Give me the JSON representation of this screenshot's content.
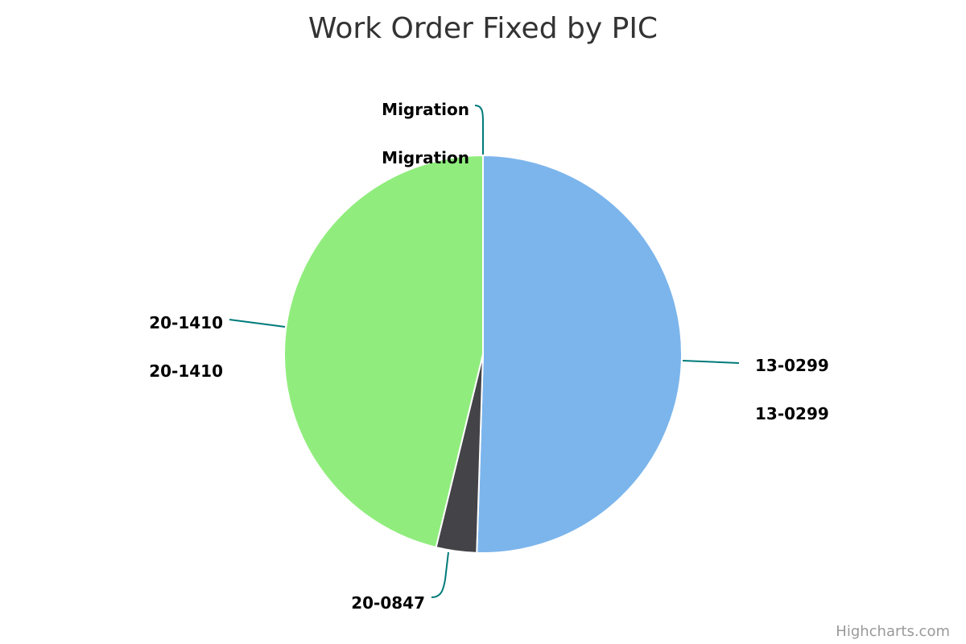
{
  "chart_data": {
    "type": "pie",
    "title": "Work Order Fixed by PIC",
    "series": [
      {
        "data": [
          {
            "name": "13-0299",
            "value": 50.5,
            "color": "#7cb5ec",
            "labels": [
              "13-0299",
              "13-0299"
            ]
          },
          {
            "name": "20-0847",
            "value": 3.3,
            "color": "#434348",
            "labels": [
              "20-0847"
            ]
          },
          {
            "name": "20-1410",
            "value": 46.2,
            "color": "#90ed7d",
            "labels": [
              "20-1410",
              "20-1410"
            ]
          },
          {
            "name": "Migration",
            "value": 0.0,
            "color": "#f7a35c",
            "labels": [
              "Migration",
              "Migration"
            ]
          }
        ]
      }
    ],
    "connector_color": "#007a7a",
    "legend": "none"
  },
  "credits": "Highcharts.com"
}
